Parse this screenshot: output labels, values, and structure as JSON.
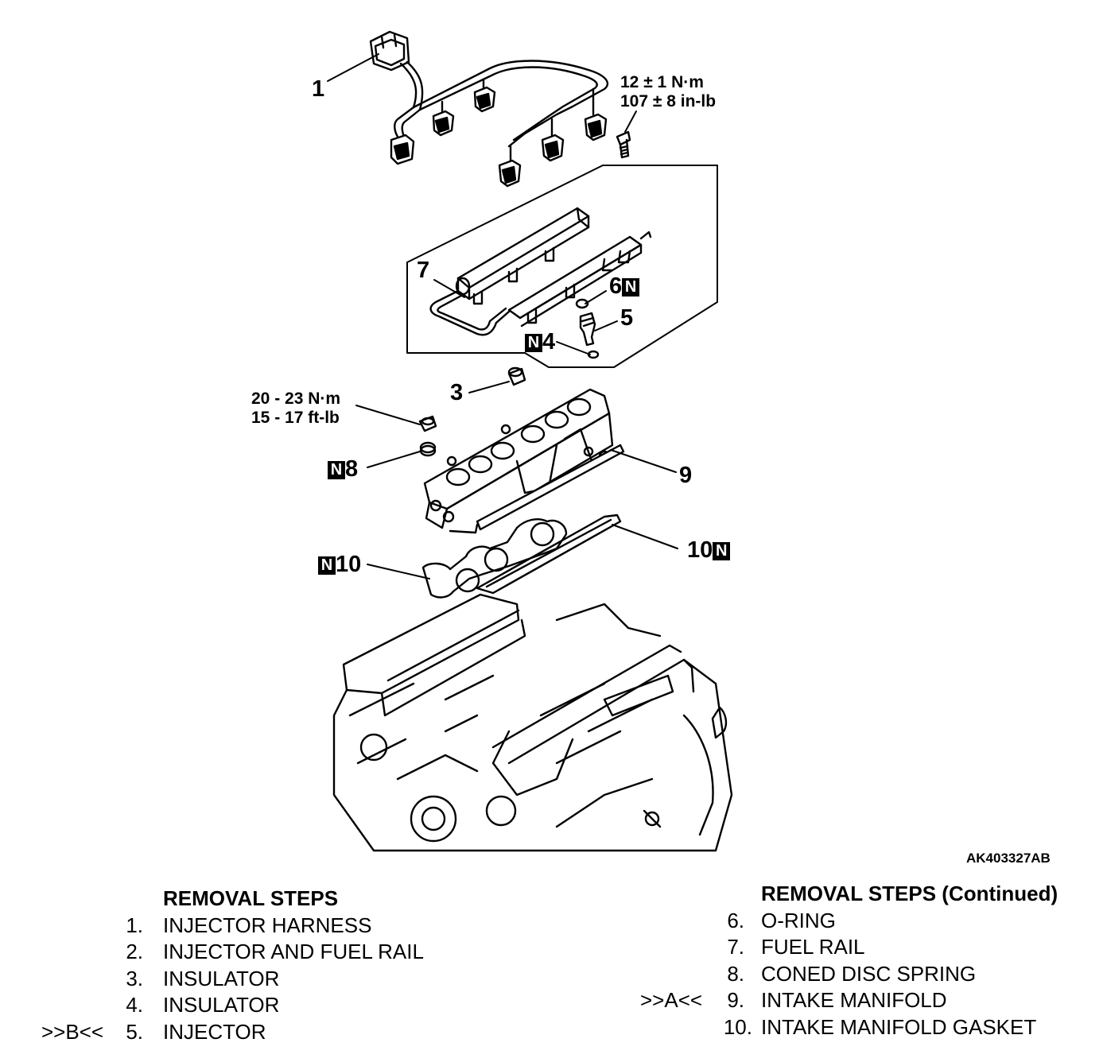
{
  "callouts": {
    "c1": "1",
    "c3": "3",
    "c4": "4",
    "c5": "5",
    "c6": "6",
    "c7": "7",
    "c8": "8",
    "c9": "9",
    "c10_left": "10",
    "c10_right": "10",
    "new_part_mark": "N"
  },
  "torque": {
    "bolt_nm": "12 ± 1 N·m",
    "bolt_inlb": "107 ± 8 in-lb",
    "nut_nm": "20 - 23 N·m",
    "nut_ftlb": "15 - 17 ft-lb"
  },
  "figure_id": "AK403327AB",
  "removal_steps_left": {
    "heading": "REMOVAL STEPS",
    "steps": [
      {
        "mark": "",
        "num": "1.",
        "text": "INJECTOR HARNESS"
      },
      {
        "mark": "",
        "num": "2.",
        "text": "INJECTOR AND FUEL RAIL"
      },
      {
        "mark": "",
        "num": "3.",
        "text": "INSULATOR"
      },
      {
        "mark": "",
        "num": "4.",
        "text": "INSULATOR"
      },
      {
        "mark": ">>B<<",
        "num": "5.",
        "text": "INJECTOR"
      }
    ]
  },
  "removal_steps_right": {
    "heading": "REMOVAL STEPS (Continued)",
    "steps": [
      {
        "mark": "",
        "num": "6.",
        "text": "O-RING"
      },
      {
        "mark": "",
        "num": "7.",
        "text": "FUEL RAIL"
      },
      {
        "mark": "",
        "num": "8.",
        "text": "CONED DISC SPRING"
      },
      {
        "mark": ">>A<<",
        "num": "9.",
        "text": "INTAKE MANIFOLD"
      },
      {
        "mark": "",
        "num": "10.",
        "text": "INTAKE MANIFOLD GASKET"
      }
    ]
  }
}
